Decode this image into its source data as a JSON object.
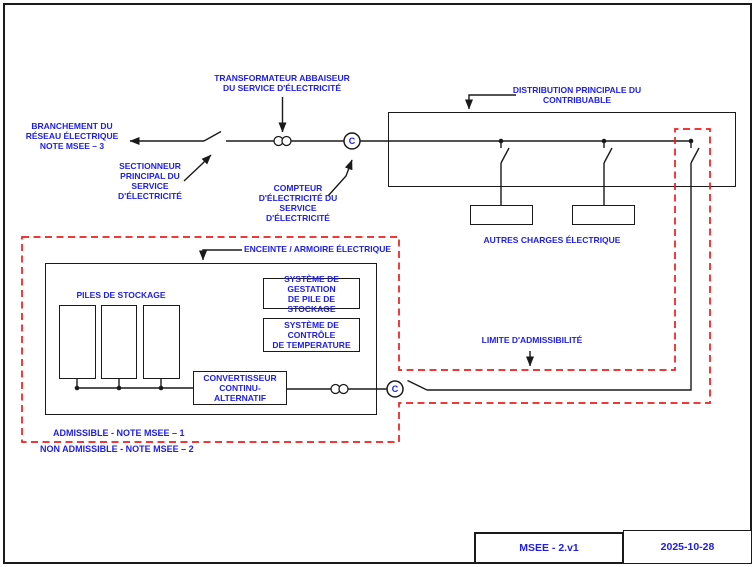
{
  "colors": {
    "label_blue": "#1E1EE4",
    "wire_black": "#1A1A1A",
    "limit_red": "#EE1C1C"
  },
  "utility_service": {
    "transformer": "TRANSFORMATEUR ABBAISEUR\nDU SERVICE D'ÉLECTRICITÉ",
    "branchement": "BRANCHEMENT DU\nRÉSEAU ÉLECTRIQUE\nNOTE MSEE – 3",
    "sectionneur": "SECTIONNEUR\nPRINCIPAL DU\nSERVICE\nD'ÉLECTRICITÉ",
    "compteur": "COMPTEUR\nD'ÉLECTRICITÉ DU\nSERVICE\nD'ÉLECTRICITÉ",
    "meter_symbol": "C"
  },
  "distribution": {
    "title": "DISTRIBUTION PRINCIPALE DU\nCONTRIBUABLE",
    "other_loads": "AUTRES CHARGES ÉLECTRIQUE"
  },
  "storage_system": {
    "enclosure": "ENCEINTE / ARMOIRE ÉLECTRIQUE",
    "batteries": "PILES DE STOCKAGE",
    "bms": "SYSTÈME DE GESTATION\nDE PILE DE STOCKAGE",
    "temp_control": "SYSTÈME DE CONTRÔLE\nDE TEMPERATURE",
    "converter": "CONVERTISSEUR\nCONTINU-ALTERNATIF",
    "meter_symbol": "C"
  },
  "admissibility": {
    "limit": "LIMITE D'ADMISSIBILITÉ",
    "admissible": "ADMISSIBLE - NOTE MSEE – 1",
    "non_admissible": "NON ADMISSIBLE - NOTE MSEE – 2"
  },
  "title_block": {
    "version": "MSEE - 2.v1",
    "date": "2025-10-28"
  }
}
